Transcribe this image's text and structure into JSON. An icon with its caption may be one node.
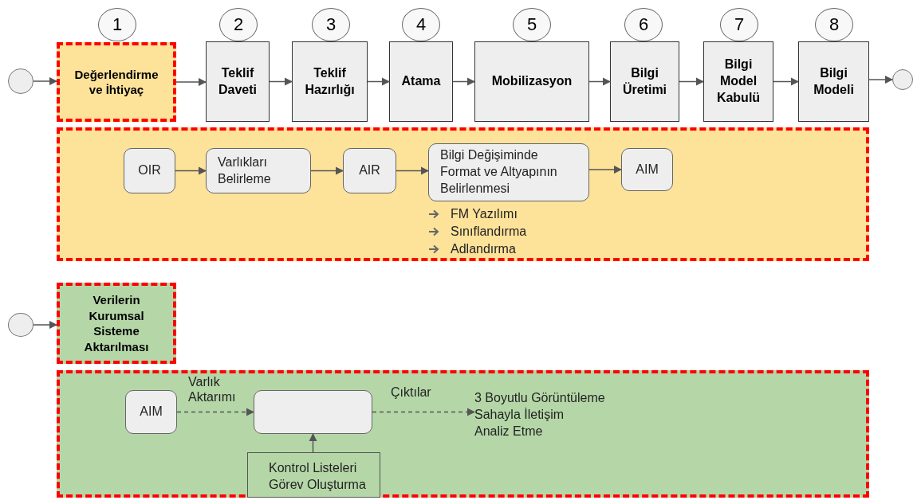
{
  "diagram": {
    "nodes": [
      {
        "text": [
          "1"
        ]
      },
      {
        "text": [
          "2"
        ]
      },
      {
        "text": [
          "3"
        ]
      },
      {
        "text": [
          "4"
        ]
      },
      {
        "text": [
          "5"
        ]
      },
      {
        "text": [
          "6"
        ]
      },
      {
        "text": [
          "7"
        ]
      },
      {
        "text": [
          "8"
        ]
      },
      {
        "text": [],
        "shape": "circle"
      },
      {
        "text": [
          "Değerlendirme ve İhtiyaç"
        ]
      },
      {
        "text": [
          "Teklif Daveti"
        ]
      },
      {
        "text": [
          "Teklif Hazırlığı"
        ]
      },
      {
        "text": [
          "Atama"
        ]
      },
      {
        "text": [
          "Mobilizasyon"
        ]
      },
      {
        "text": [
          "Bilgi Üretimi"
        ]
      },
      {
        "text": [
          "Bilgi Model Kabulü"
        ]
      },
      {
        "text": [
          "Bilgi Modeli"
        ]
      },
      {
        "text": [],
        "shape": "circle"
      },
      {
        "text": [],
        "shape": "box"
      },
      {
        "text": [
          "OIR"
        ],
        "in": 18
      },
      {
        "text": [
          "Varlıkları Belirleme"
        ],
        "in": 18
      },
      {
        "text": [
          "AIR"
        ],
        "in": 18
      },
      {
        "text": [
          "Bilgi Değişiminde Format ve Altyapının Belirlenmesi"
        ],
        "in": 18,
        "beside": [
          "FM Yazılımı",
          "Sınıflandırma",
          "Adlandırma"
        ]
      },
      {
        "text": [
          "AIM"
        ],
        "in": 18
      },
      {
        "text": [],
        "shape": "circle"
      },
      {
        "text": [
          "Verilerin Kurumsal Sisteme Aktarılması"
        ]
      },
      {
        "text": [],
        "shape": "box"
      },
      {
        "text": [
          "AIM"
        ],
        "in": 26
      },
      {
        "text": [],
        "shape": "box",
        "in": 26
      },
      {
        "text": [
          "Kontrol Listeleri Görev Oluşturma"
        ],
        "in": 26
      },
      {
        "text": [
          "3 Boyutlu Görüntüleme",
          "Sahayla İletişim",
          "Analiz Etme"
        ],
        "in": 26
      }
    ],
    "edges": [
      {
        "from": 8,
        "to": 9,
        "arrow": "to"
      },
      {
        "from": 9,
        "to": 10,
        "arrow": "to"
      },
      {
        "from": 10,
        "to": 11,
        "arrow": "to"
      },
      {
        "from": 11,
        "to": 12,
        "arrow": "to"
      },
      {
        "from": 12,
        "to": 13,
        "arrow": "to"
      },
      {
        "from": 13,
        "to": 14,
        "arrow": "to"
      },
      {
        "from": 14,
        "to": 15,
        "arrow": "to"
      },
      {
        "from": 15,
        "to": 16,
        "arrow": "to"
      },
      {
        "from": 16,
        "to": 17,
        "arrow": "to"
      },
      {
        "from": 19,
        "to": 20,
        "arrow": "to"
      },
      {
        "from": 20,
        "to": 21,
        "arrow": "to"
      },
      {
        "from": 21,
        "to": 22,
        "arrow": "to"
      },
      {
        "from": 22,
        "to": 23,
        "arrow": "to"
      },
      {
        "from": 24,
        "to": 25,
        "arrow": "to"
      },
      {
        "from": 27,
        "to": 28,
        "arrow": "to",
        "style": "dashed",
        "label": "Varlık Aktarımı"
      },
      {
        "from": 28,
        "to": 30,
        "arrow": "to",
        "style": "dashed",
        "label": "Çıktılar"
      },
      {
        "from": 29,
        "to": 28,
        "arrow": "to"
      }
    ]
  }
}
